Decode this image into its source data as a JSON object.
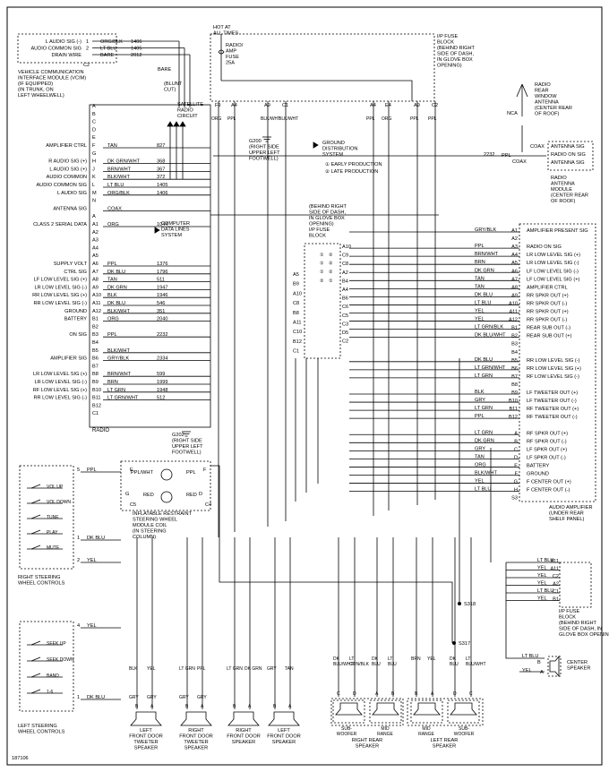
{
  "figure_id": "187106",
  "vcim": {
    "pins": [
      {
        "label": "L AUDIO SIG (-)",
        "pin": "1",
        "color": "ORG/BLK",
        "circuit": "1406"
      },
      {
        "label": "AUDIO COMMON SIG",
        "pin": "2",
        "color": "LT BLU",
        "circuit": "1405"
      },
      {
        "label": "DRAIN WIRE",
        "pin": "",
        "color": "BARE",
        "circuit": "2012"
      }
    ],
    "connector": "C2",
    "description": [
      "VEHICLE COMMUNICATION",
      "INTERFACE MODULE (VCIM)",
      "(IF EQUIPPED)",
      "(IN TRUNK, ON",
      "LEFT WHEELWELL)"
    ],
    "bare_label": "BARE",
    "blunt_cut": [
      "(BLUNT",
      "CUT)"
    ],
    "satellite": [
      "SATELLITE",
      "RADIO",
      "CIRCUIT"
    ]
  },
  "fuse_block_top": {
    "hot": [
      "HOT AT",
      "ALL TIMES"
    ],
    "fuse": [
      "RADIO/",
      "AMP",
      "FUSE",
      "25A"
    ],
    "title": [
      "I/P FUSE",
      "BLOCK",
      "(BEHIND RIGHT",
      "SIDE OF DASH,",
      "IN GLOVE BOX",
      "OPENING)"
    ],
    "pins": [
      "F9",
      "A4",
      "A9",
      "C1",
      "A4",
      "E4",
      "A9",
      "C2"
    ],
    "wires": [
      "ORG",
      "PPL",
      "BLK/WHT",
      "BLK/WHT",
      "PPL",
      "ORG",
      "PPL",
      "PPL"
    ],
    "g200": [
      "G200",
      "(RIGHT SIDE",
      "UPPER LEFT",
      "FOOTWELL)"
    ],
    "ground": [
      "GROUND",
      "DISTRIBUTION",
      "SYSTEM"
    ],
    "notes": [
      "① EARLY PRODUCTION",
      "② LATE PRODUCTION"
    ]
  },
  "rear_antenna": {
    "title": [
      "RADIO",
      "REAR",
      "WINDOW",
      "ANTENNA",
      "(CENTER REAR",
      "OF ROOF)"
    ],
    "nca": "NCA",
    "coax": [
      "COAX",
      "COAX"
    ],
    "ppl": "PPL",
    "circuit": "2232",
    "module_pins": [
      "ANTENNA SIG",
      "RADIO ON SIG",
      "ANTENNA SIG"
    ],
    "module": [
      "RADIO",
      "ANTENNA",
      "MODULE",
      "(CENTER REAR",
      "OF ROOF)"
    ]
  },
  "radio": {
    "name": "RADIO",
    "pins": [
      {
        "label": "",
        "pin": "A",
        "color": "",
        "circuit": ""
      },
      {
        "label": "",
        "pin": "B",
        "color": "",
        "circuit": ""
      },
      {
        "label": "",
        "pin": "C",
        "color": "",
        "circuit": ""
      },
      {
        "label": "",
        "pin": "D",
        "color": "",
        "circuit": ""
      },
      {
        "label": "",
        "pin": "E",
        "color": "",
        "circuit": ""
      },
      {
        "label": "AMPLIFIER CTRL",
        "pin": "F",
        "color": "TAN",
        "circuit": "827"
      },
      {
        "label": "",
        "pin": "G",
        "color": "",
        "circuit": ""
      },
      {
        "label": "R AUDIO SIG (+)",
        "pin": "H",
        "color": "DK GRN/WHT",
        "circuit": "368"
      },
      {
        "label": "L AUDIO SIG (+)",
        "pin": "J",
        "color": "BRN/WHT",
        "circuit": "367"
      },
      {
        "label": "AUDIO COMMON",
        "pin": "K",
        "color": "BLK/WHT",
        "circuit": "372"
      },
      {
        "label": "AUDIO COMMON SIG",
        "pin": "L",
        "color": "LT BLU",
        "circuit": "1405"
      },
      {
        "label": "L AUDIO SIG",
        "pin": "M",
        "color": "ORG/BLK",
        "circuit": "1406"
      },
      {
        "label": "",
        "pin": "N",
        "color": "",
        "circuit": ""
      },
      {
        "label": "ANTENNA SIG",
        "pin": "",
        "color": "COAX",
        "circuit": ""
      },
      {
        "label": "",
        "pin": "A",
        "color": "",
        "circuit": ""
      },
      {
        "label": "CLASS 2 SERIAL DATA",
        "pin": "A1",
        "color": "ORG",
        "circuit": "1044"
      },
      {
        "label": "",
        "pin": "A2",
        "color": "",
        "circuit": ""
      },
      {
        "label": "",
        "pin": "A3",
        "color": "",
        "circuit": ""
      },
      {
        "label": "",
        "pin": "A4",
        "color": "",
        "circuit": ""
      },
      {
        "label": "",
        "pin": "A5",
        "color": "",
        "circuit": ""
      },
      {
        "label": "SUPPLY VOLT",
        "pin": "A6",
        "color": "PPL",
        "circuit": "1376"
      },
      {
        "label": "CTRL SIG",
        "pin": "A7",
        "color": "DK BLU",
        "circuit": "1796"
      },
      {
        "label": "LF LOW LEVEL SIG (+)",
        "pin": "A8",
        "color": "TAN",
        "circuit": "511"
      },
      {
        "label": "LR LOW LEVEL SIG (-)",
        "pin": "A9",
        "color": "DK GRN",
        "circuit": "1947"
      },
      {
        "label": "RR LOW LEVEL SIG (+)",
        "pin": "A10",
        "color": "BLK",
        "circuit": "1946"
      },
      {
        "label": "RR LOW LEVEL SIG (-)",
        "pin": "A11",
        "color": "DK BLU",
        "circuit": "546"
      },
      {
        "label": "GROUND",
        "pin": "A12",
        "color": "BLK/WHT",
        "circuit": "351"
      },
      {
        "label": "BATTERY",
        "pin": "B1",
        "color": "ORG",
        "circuit": "2040"
      },
      {
        "label": "",
        "pin": "B2",
        "color": "",
        "circuit": ""
      },
      {
        "label": "ON SIG",
        "pin": "B3",
        "color": "PPL",
        "circuit": "2232"
      },
      {
        "label": "",
        "pin": "B4",
        "color": "",
        "circuit": ""
      },
      {
        "label": "",
        "pin": "B5",
        "color": "BLK/WHT",
        "circuit": ""
      },
      {
        "label": "AMPLIFIER SIG",
        "pin": "B6",
        "color": "GRY/BLK",
        "circuit": "2334"
      },
      {
        "label": "",
        "pin": "B7",
        "color": "",
        "circuit": ""
      },
      {
        "label": "LR LOW LEVEL SIG (+)",
        "pin": "B8",
        "color": "BRN/WHT",
        "circuit": "599"
      },
      {
        "label": "LR LOW LEVEL SIG (-)",
        "pin": "B9",
        "color": "BRN",
        "circuit": "1999"
      },
      {
        "label": "RF LOW LEVEL SIG (+)",
        "pin": "B10",
        "color": "LT GRN",
        "circuit": "1948"
      },
      {
        "label": "RR LOW LEVEL SIG (-)",
        "pin": "B11",
        "color": "LT GRN/WHT",
        "circuit": "512"
      },
      {
        "label": "",
        "pin": "B12",
        "color": "",
        "circuit": ""
      },
      {
        "label": "",
        "pin": "C1",
        "color": "",
        "circuit": ""
      }
    ],
    "computer": [
      "COMPUTER",
      "DATA LINES",
      "SYSTEM"
    ],
    "g202": [
      "G202",
      "(RIGHT SIDE",
      "UPPER LEFT",
      "FOOTWELL)"
    ]
  },
  "mid_fuse_block": {
    "title": [
      "(BEHIND RIGHT",
      "SIDE OF DASH,",
      "IN GLOVE BOX",
      "OPENING)",
      "I/P FUSE",
      "BLOCK"
    ],
    "left_pins": [
      "A5",
      "B9",
      "A10",
      "C8",
      "B8",
      "A11",
      "C10",
      "B12",
      "C1"
    ],
    "right_pins": [
      "A10",
      "C9",
      "C8",
      "A2",
      "B4",
      "A4",
      "B6",
      "C6",
      "C5",
      "C3",
      "D5",
      "C2"
    ],
    "row_notes": [
      "①",
      "②",
      "①",
      "②",
      "①",
      "②",
      "②",
      "①"
    ]
  },
  "amplifier": {
    "pins": [
      {
        "label": "AMPLIFIER PRESENT SIG",
        "pin": "A1",
        "color": "GRY/BLK"
      },
      {
        "label": "",
        "pin": "A2",
        "color": ""
      },
      {
        "label": "RADIO ON SIG",
        "pin": "A3",
        "color": "PPL"
      },
      {
        "label": "LR LOW LEVEL SIG (+)",
        "pin": "A4",
        "color": "BRN/WHT"
      },
      {
        "label": "LR LOW LEVEL SIG (-)",
        "pin": "A5",
        "color": "BRN"
      },
      {
        "label": "LF LOW LEVEL SIG (-)",
        "pin": "A6",
        "color": "DK GRN"
      },
      {
        "label": "LF LOW LEVEL SIG (+)",
        "pin": "A7",
        "color": "TAN"
      },
      {
        "label": "AMPLIFIER CTRL",
        "pin": "A8",
        "color": "TAN"
      },
      {
        "label": "RR SPKR OUT (+)",
        "pin": "A9",
        "color": "DK BLU"
      },
      {
        "label": "RR SPKR OUT (-)",
        "pin": "A10",
        "color": "LT BLU"
      },
      {
        "label": "RR SPKR OUT (+)",
        "pin": "A11",
        "color": "YEL"
      },
      {
        "label": "RR SPKR OUT (-)",
        "pin": "A12",
        "color": "YEL"
      },
      {
        "label": "REAR SUB OUT (-)",
        "pin": "B1",
        "color": "LT GRN/BLK"
      },
      {
        "label": "REAR SUB OUT (+)",
        "pin": "B2",
        "color": "DK BLU/WHT"
      },
      {
        "label": "",
        "pin": "B3",
        "color": ""
      },
      {
        "label": "",
        "pin": "B4",
        "color": ""
      },
      {
        "label": "RR LOW LEVEL SIG (-)",
        "pin": "B5",
        "color": "DK BLU"
      },
      {
        "label": "RR LOW LEVEL SIG (+)",
        "pin": "B6",
        "color": "LT GRN/WHT"
      },
      {
        "label": "RF LOW LEVEL SIG (-)",
        "pin": "B7",
        "color": "LT GRN"
      },
      {
        "label": "",
        "pin": "B8",
        "color": ""
      },
      {
        "label": "LF TWEETER OUT (+)",
        "pin": "B9",
        "color": "BLK"
      },
      {
        "label": "LF TWEETER OUT (-)",
        "pin": "B10",
        "color": "GRY"
      },
      {
        "label": "RF TWEETER OUT (+)",
        "pin": "B11",
        "color": "LT GRN"
      },
      {
        "label": "RF TWEETER OUT (-)",
        "pin": "B12",
        "color": "PPL"
      },
      {
        "label": "",
        "pin": "",
        "color": ""
      },
      {
        "label": "RF SPKR OUT (+)",
        "pin": "A",
        "color": "LT GRN"
      },
      {
        "label": "RF SPKR OUT (-)",
        "pin": "B",
        "color": "DK GRN"
      },
      {
        "label": "LF SPKR OUT (+)",
        "pin": "C",
        "color": "GRY"
      },
      {
        "label": "LF SPKR OUT (-)",
        "pin": "D",
        "color": "TAN"
      },
      {
        "label": "BATTERY",
        "pin": "E",
        "color": "ORG"
      },
      {
        "label": "GROUND",
        "pin": "F",
        "color": "BLK/WHT"
      },
      {
        "label": "F CENTER OUT (+)",
        "pin": "G",
        "color": "YEL"
      },
      {
        "label": "F CENTER OUT (-)",
        "pin": "H",
        "color": "LT BLU"
      },
      {
        "label": "",
        "pin": "S3",
        "color": ""
      }
    ],
    "name": [
      "AUDIO AMPLIFIER",
      "(UNDER REAR",
      "SHELF PANEL)"
    ]
  },
  "lower_fuse_block": {
    "pins": [
      "B11",
      "A11",
      "C2",
      "A2",
      "C1",
      "B1"
    ],
    "wires": [
      "LT BLU",
      "YEL",
      "YEL",
      "YEL",
      "LT BLU",
      "YEL"
    ],
    "title": [
      "I/P FUSE",
      "BLOCK",
      "(BEHIND RIGHT",
      "SIDE OF DASH, IN",
      "GLOVE BOX OPENING)"
    ],
    "splices": [
      "S318",
      "S317"
    ]
  },
  "center_speaker": {
    "wires": [
      "LT BLU",
      "YEL"
    ],
    "pins": [
      "B",
      "A"
    ],
    "name": [
      "CENTER",
      "SPEAKER"
    ]
  },
  "right_steering": {
    "pins": [
      {
        "pin": "5",
        "color": "PPL"
      },
      {
        "pin": "1",
        "color": "DK BLU"
      },
      {
        "pin": "2",
        "color": "YEL"
      }
    ],
    "controls": [
      "VOL UP",
      "VOL DOWN",
      "TUNE",
      "PLAY",
      "MUTE"
    ],
    "name": [
      "RIGHT STEERING",
      "WHEEL CONTROLS"
    ]
  },
  "left_steering": {
    "pins": [
      {
        "pin": "4",
        "color": "YEL"
      },
      {
        "pin": "1",
        "color": "DK BLU"
      }
    ],
    "controls": [
      "SEEK UP",
      "SEEK DOWN",
      "BAND",
      "1-6"
    ],
    "name": [
      "LEFT STEERING",
      "WHEEL CONTROLS"
    ]
  },
  "coil": {
    "pins": [
      "E",
      "G",
      "F",
      "C5",
      "D",
      "C4"
    ],
    "wires": [
      "PPL/WHT",
      "RED",
      "PPL",
      "RED"
    ],
    "name": [
      "INFLATABLE RESTRAINT",
      "STEERING WHEEL",
      "MODULE COIL",
      "(IN STEERING",
      "COLUMN)"
    ]
  },
  "speakers": [
    {
      "wires": [
        "BLK",
        "YEL"
      ],
      "lower": [
        "GRY",
        "GRY"
      ],
      "pins": [
        "B",
        "A"
      ],
      "name": [
        "LEFT",
        "FRONT DOOR",
        "TWEETER",
        "SPEAKER"
      ]
    },
    {
      "wires": [
        "LT GRN",
        "PPL"
      ],
      "lower": [
        "GRY",
        "GRY"
      ],
      "pins": [
        "B",
        "A"
      ],
      "name": [
        "RIGHT",
        "FRONT DOOR",
        "TWEETER",
        "SPEAKER"
      ]
    },
    {
      "wires": [
        "LT GRN",
        "DK GRN"
      ],
      "lower": [],
      "pins": [
        "B",
        "A"
      ],
      "name": [
        "RIGHT",
        "FRONT DOOR",
        "SPEAKER"
      ]
    },
    {
      "wires": [
        "GRY",
        "TAN"
      ],
      "lower": [],
      "pins": [
        "B",
        "A"
      ],
      "name": [
        "LEFT",
        "FRONT DOOR",
        "SPEAKER"
      ]
    }
  ],
  "rear_speakers": {
    "wires": [
      "DK BLU/WHT",
      "LT GRN/BLK",
      "DK BLU",
      "LT BLU",
      "BRN",
      "YEL",
      "DK BLU",
      "LT BLU/WHT"
    ],
    "pins": [
      "C",
      "D",
      "A",
      "B",
      "B",
      "A",
      "D",
      "C"
    ],
    "right_names": [
      [
        "SUB-",
        "WOOFER"
      ],
      [
        "MID",
        "RANGE"
      ]
    ],
    "right_title": [
      "RIGHT REAR",
      "SPEAKER"
    ],
    "left_names": [
      [
        "MID",
        "RANGE"
      ],
      [
        "SUB-",
        "WOOFER"
      ]
    ],
    "left_title": [
      "LEFT REAR",
      "SPEAKER"
    ]
  }
}
